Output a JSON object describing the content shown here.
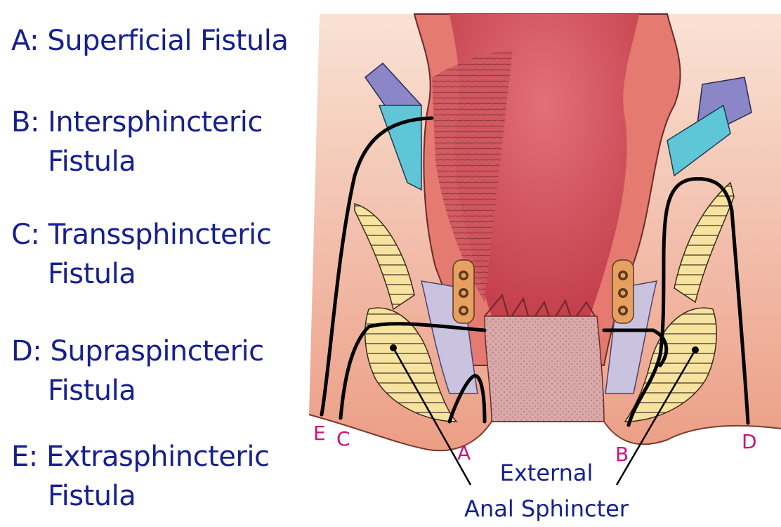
{
  "legend": [
    {
      "key": "a",
      "line1": "A: Superficial Fistula",
      "line2": ""
    },
    {
      "key": "b",
      "line1": "B: Intersphincteric",
      "line2": "Fistula"
    },
    {
      "key": "c",
      "line1": "C: Transsphincteric",
      "line2": "Fistula"
    },
    {
      "key": "d",
      "line1": "D: Supraspincteric",
      "line2": "Fistula"
    },
    {
      "key": "e",
      "line1": "E: Extrasphincteric",
      "line2": "Fistula"
    }
  ],
  "markers": {
    "a": "A",
    "b": "B",
    "c": "C",
    "d": "D",
    "e": "E"
  },
  "callout": {
    "line1": "External",
    "line2": "Anal Sphincter"
  },
  "colors": {
    "legend_text": "#16208e",
    "marker_text": "#d0107a",
    "callout_text": "#16208e",
    "fistula_tract": "#000000",
    "rectum_wall": "#e0706a",
    "rectum_lumen": "#c9424e",
    "sphincter_muscle": "#f7e3a0",
    "skin": "#f3c6ae",
    "anal_canal": "#d9a6a6",
    "levator_blue": "#5fc6d8",
    "levator_purple": "#8a86c8",
    "internal_sphincter": "#c9c3e0"
  }
}
